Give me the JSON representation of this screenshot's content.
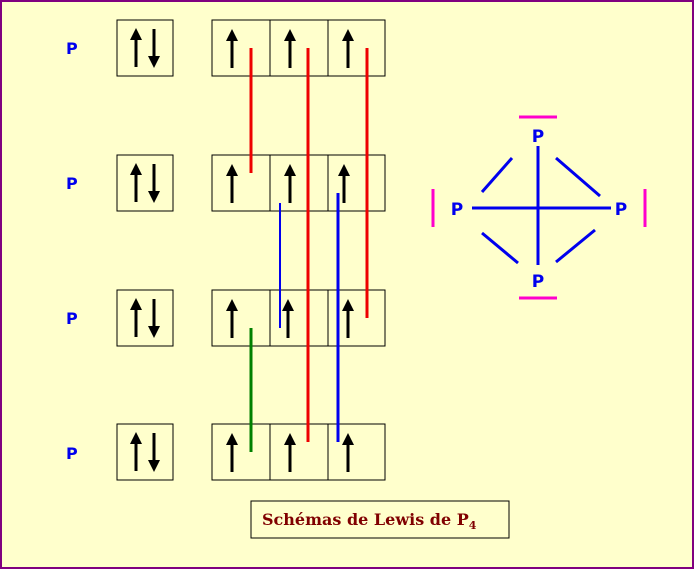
{
  "atoms": [
    {
      "symbol": "P",
      "s_electrons": "paired",
      "p_electrons": [
        "up",
        "up",
        "up"
      ]
    },
    {
      "symbol": "P",
      "s_electrons": "paired",
      "p_electrons": [
        "up",
        "up",
        "up"
      ]
    },
    {
      "symbol": "P",
      "s_electrons": "paired",
      "p_electrons": [
        "up",
        "up",
        "up"
      ]
    },
    {
      "symbol": "P",
      "s_electrons": "paired",
      "p_electrons": [
        "up",
        "up",
        "up"
      ]
    }
  ],
  "bonds": [
    {
      "color": "#ee0000",
      "from_atom": 1,
      "to_atom": 2,
      "orbital": 1
    },
    {
      "color": "#ee0000",
      "from_atom": 1,
      "to_atom": 4,
      "orbital": 2
    },
    {
      "color": "#ee0000",
      "from_atom": 1,
      "to_atom": 3,
      "orbital": 3
    },
    {
      "color": "#0000ee",
      "from_atom": 2,
      "to_atom": 3,
      "orbital": 2
    },
    {
      "color": "#0000ee",
      "from_atom": 2,
      "to_atom": 4,
      "orbital": 3
    },
    {
      "color": "#008000",
      "from_atom": 3,
      "to_atom": 4,
      "orbital": 1
    }
  ],
  "molecule": {
    "atoms": [
      "P",
      "P",
      "P",
      "P"
    ],
    "bond_color": "#0000ee",
    "lone_pair_color": "#ff00cc"
  },
  "caption": {
    "text": "Schémas de Lewis de P",
    "subscript": "4"
  },
  "colors": {
    "background": "#ffffcc",
    "border": "#800080",
    "caption_text": "#800000"
  }
}
